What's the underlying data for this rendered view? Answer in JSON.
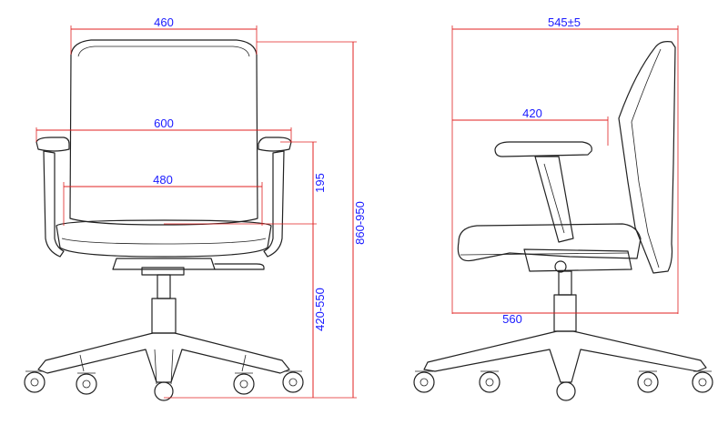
{
  "colors": {
    "dimension_line": "#e02020",
    "dimension_text": "#1a1aff",
    "outline": "#222222",
    "background": "#ffffff"
  },
  "front_view": {
    "back_width": "460",
    "arm_width": "600",
    "seat_width": "480",
    "arm_height_above_seat": "195",
    "seat_height": "420-550",
    "overall_height": "860-950"
  },
  "side_view": {
    "overall_depth": "545±5",
    "arm_depth": "420",
    "base_depth": "560"
  }
}
